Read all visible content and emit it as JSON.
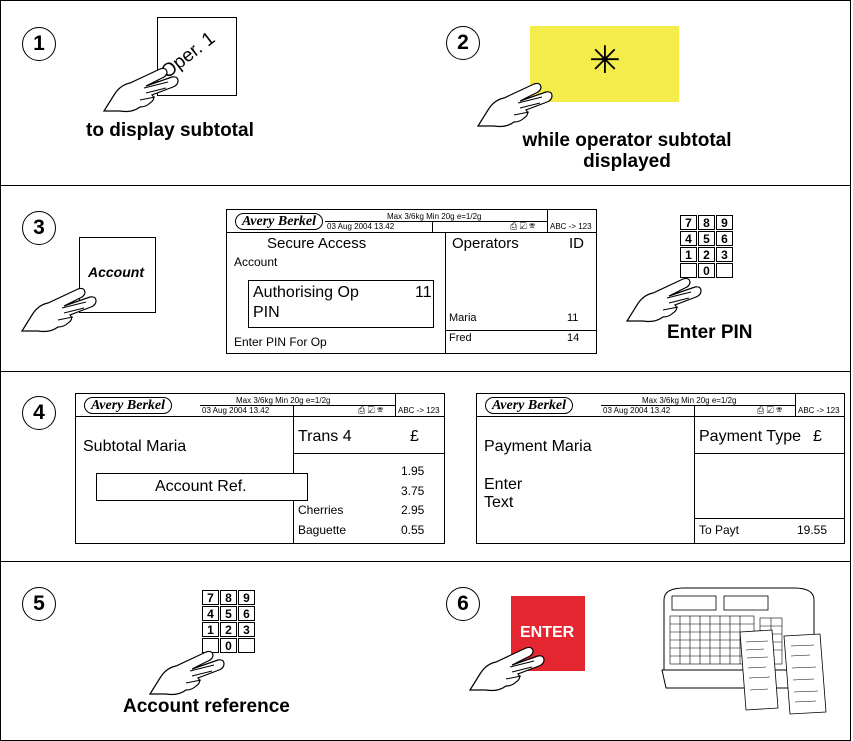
{
  "steps": [
    {
      "num": "1",
      "key_label": "Oper. 1",
      "caption": "to display subtotal"
    },
    {
      "num": "2",
      "key_label": "✳",
      "caption_line1": "while operator subtotal",
      "caption_line2": "displayed"
    },
    {
      "num": "3",
      "key_label": "Account",
      "caption": "Enter PIN"
    },
    {
      "num": "4"
    },
    {
      "num": "5",
      "caption": "Account reference"
    },
    {
      "num": "6",
      "key_label": "ENTER"
    }
  ],
  "colors": {
    "yellow_key": "#f4ec4a",
    "enter_key": "#e3262f"
  },
  "display_header": {
    "logo": "Avery Berkel",
    "max_line": "Max 3/6kg Min 20g e=1/2g",
    "date": "03 Aug 2004  13.42",
    "mode": "ABC -> 123",
    "icons": [
      "printer-icon",
      "checkbox-icon",
      "phone-icon"
    ]
  },
  "display_secure": {
    "title": "Secure Access",
    "subtitle": "Account",
    "box_line1": "Authorising Op",
    "box_value": "11",
    "box_line2": "PIN",
    "footer": "Enter PIN For Op",
    "col_operators": "Operators",
    "col_id": "ID",
    "operators": [
      {
        "name": "Maria",
        "id": "11"
      },
      {
        "name": "Fred",
        "id": "14"
      }
    ]
  },
  "display_subtotal": {
    "title": "Subtotal Maria",
    "box": "Account Ref.",
    "col_trans": "Trans 4",
    "col_currency": "£",
    "items": [
      {
        "name": "",
        "price": "1.95"
      },
      {
        "name": "",
        "price": "3.75"
      },
      {
        "name": "Cherries",
        "price": "2.95"
      },
      {
        "name": "Baguette",
        "price": "0.55"
      }
    ]
  },
  "display_payment": {
    "title": "Payment Maria",
    "line1": "Enter",
    "line2": "Text",
    "col_type": "Payment Type",
    "col_currency": "£",
    "total_label": "To Payt",
    "total_value": "19.55"
  },
  "keypad": [
    "7",
    "8",
    "9",
    "4",
    "5",
    "6",
    "1",
    "2",
    "3",
    "",
    "0",
    ""
  ]
}
